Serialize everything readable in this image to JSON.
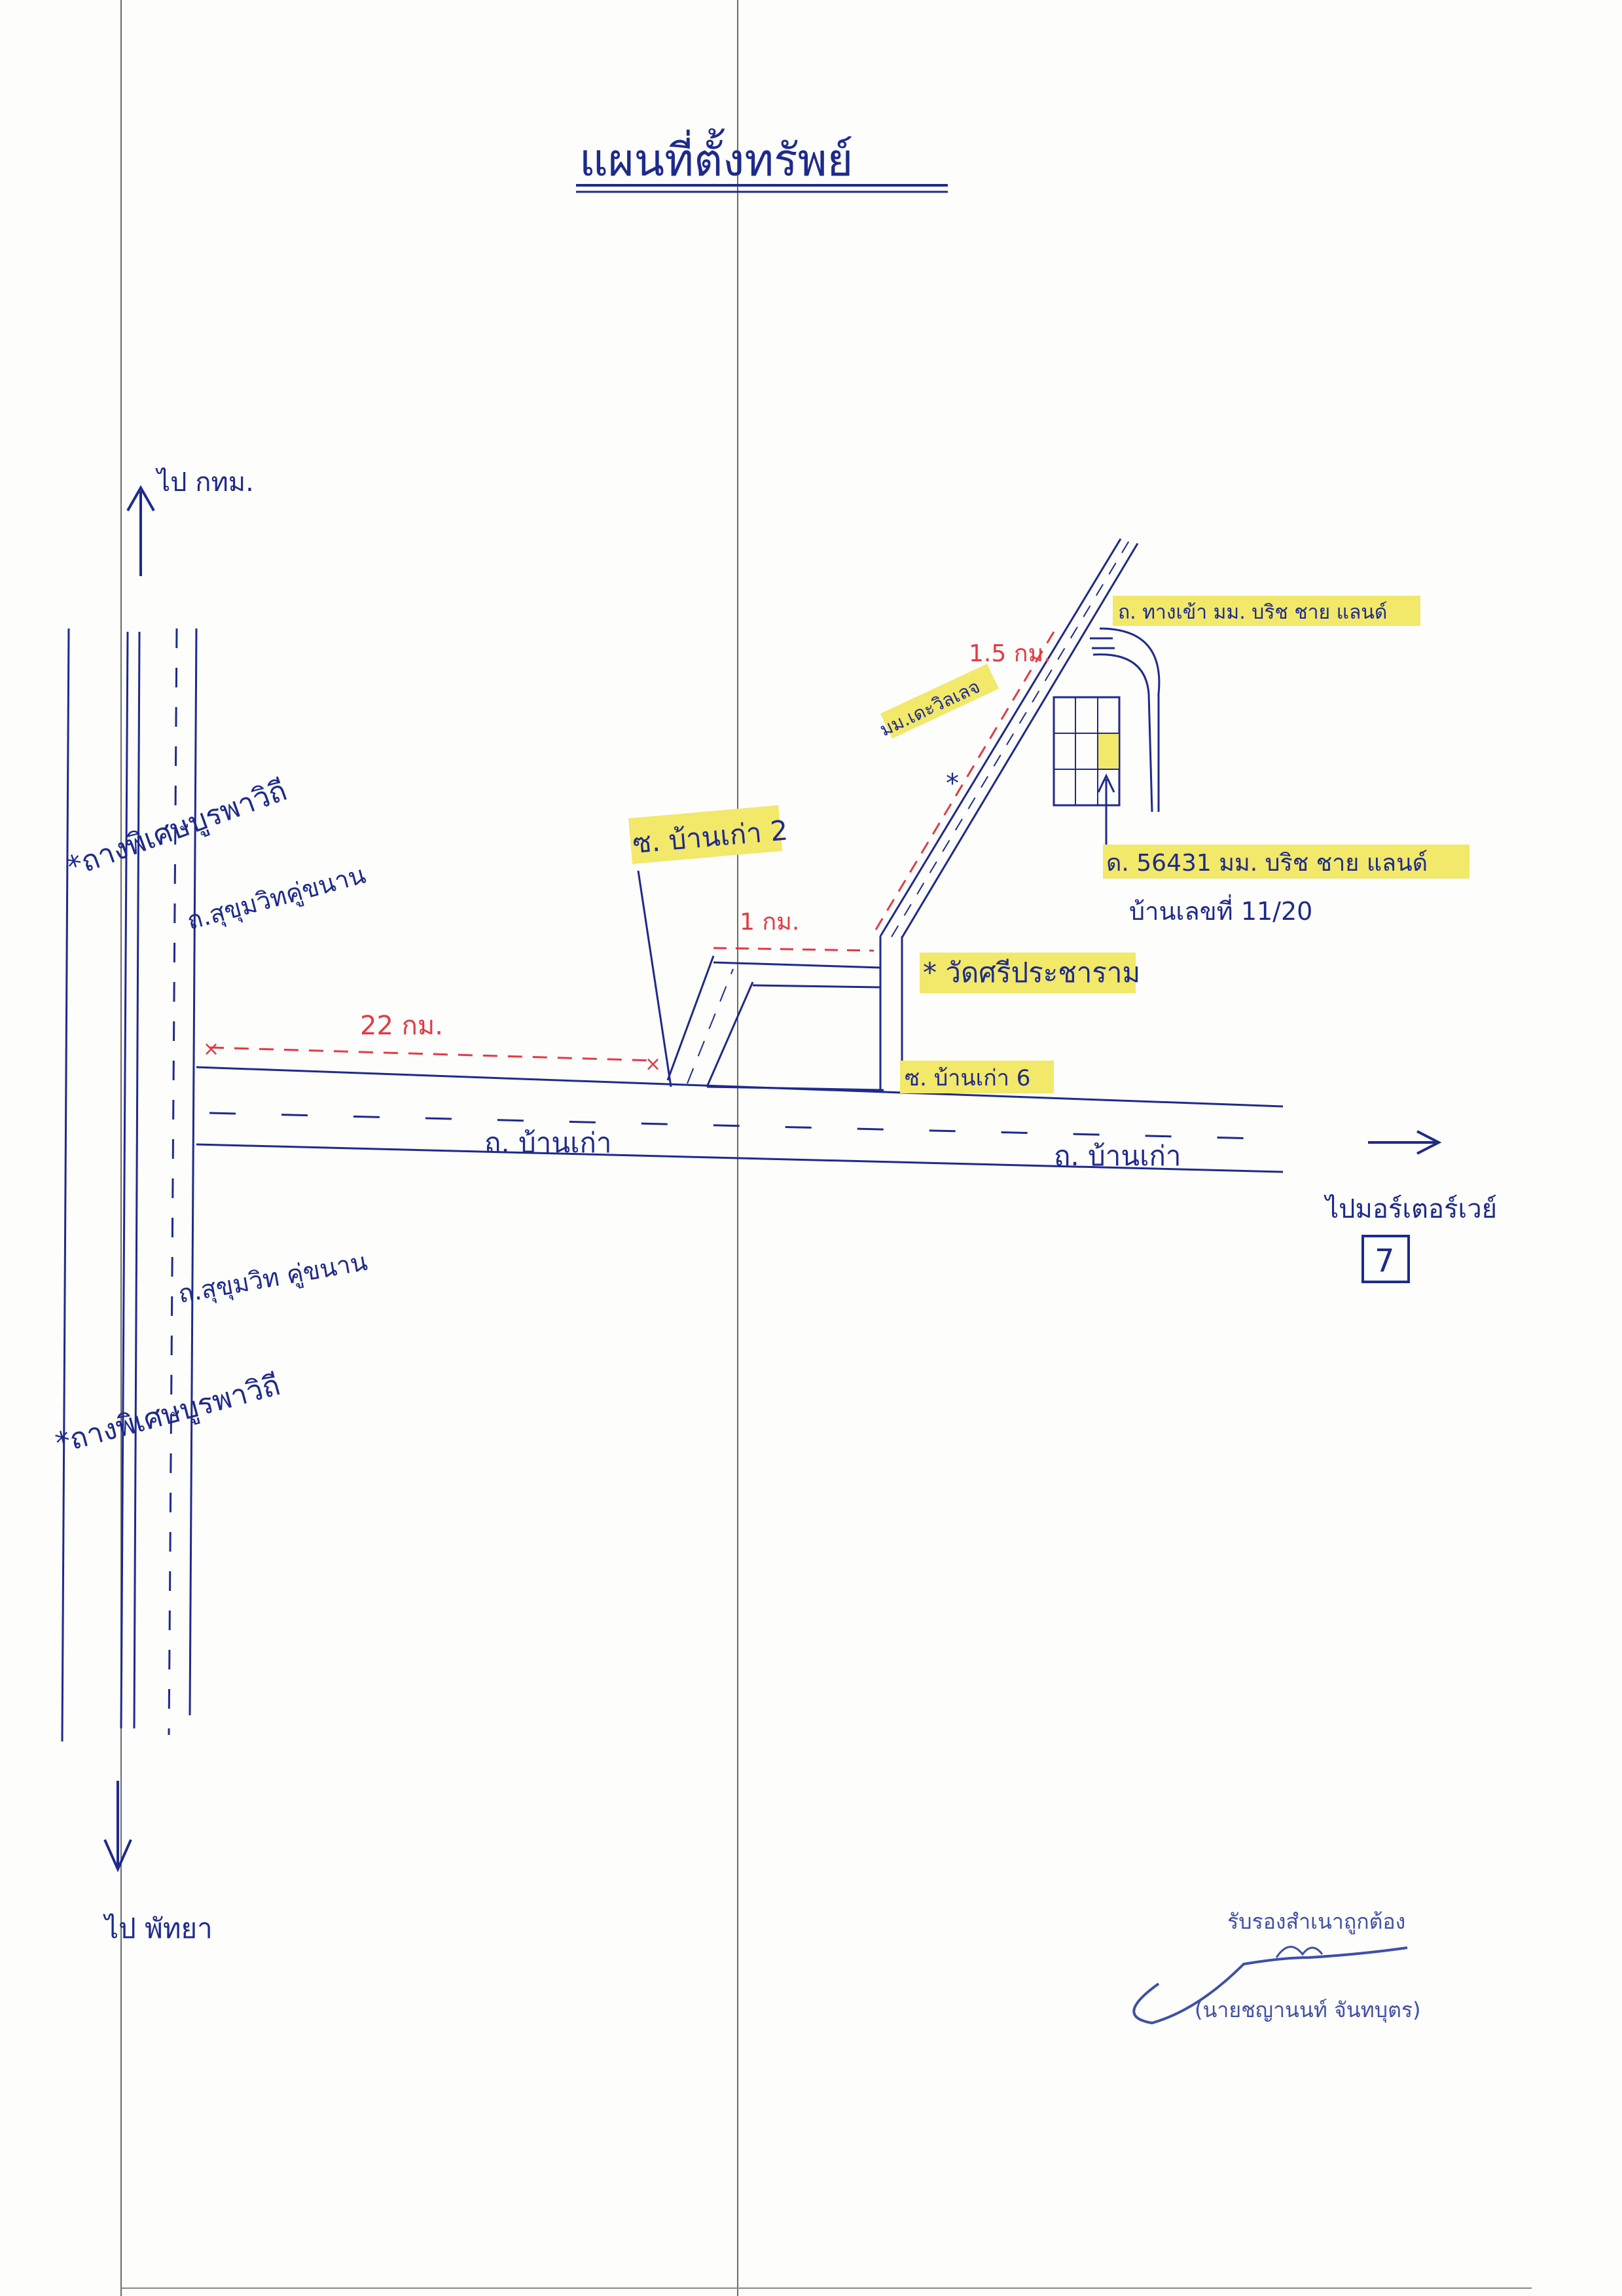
{
  "title": "แผนที่ตั้งทรัพย์",
  "directions": {
    "north": "ไป กทม.",
    "south": "ไป พัทยา",
    "east": "ไปมอร์เตอร์เวย์",
    "east_badge": "7"
  },
  "roads": {
    "main_road_left": "ถ. บ้านเก่า",
    "main_road_right": "ถ. บ้านเก่า",
    "highway_upper": "*ถางพิเศษบูรพาวิถี",
    "highway_lower": "*ถางพิเศษบูรพาวิถี",
    "sukhumvit_upper": "ถ.สุขุมวิทคู่ขนาน",
    "sukhumvit_lower": "ถ.สุขุมวิท คู่ขนาน",
    "soi_2": "ซ. บ้านเก่า 2",
    "soi_6": "ซ. บ้านเก่า 6"
  },
  "distances": {
    "d1": "22 กม.",
    "d2": "1 กม.",
    "d3": "1.5 กม."
  },
  "landmarks": {
    "temple": "วัดศรีประชาราม",
    "village_sign": "มม.เดะวิลเลจ",
    "village_entrance": "ถ. ทางเข้า มม. บริช ชาย แลนด์",
    "property_line1": "ด. 56431   มม. บริช ชาย แลนด์",
    "property_line2": "บ้านเลขที่ 11/20"
  },
  "certification": {
    "text": "รับรองสำเนาถูกต้อง",
    "name": "(นายชญานนท์  จันทบุตร)"
  },
  "colors": {
    "ink": "#1e2a8c",
    "red": "#e23b45",
    "highlight": "#f2e86a",
    "stamp": "#3f4fa8"
  }
}
